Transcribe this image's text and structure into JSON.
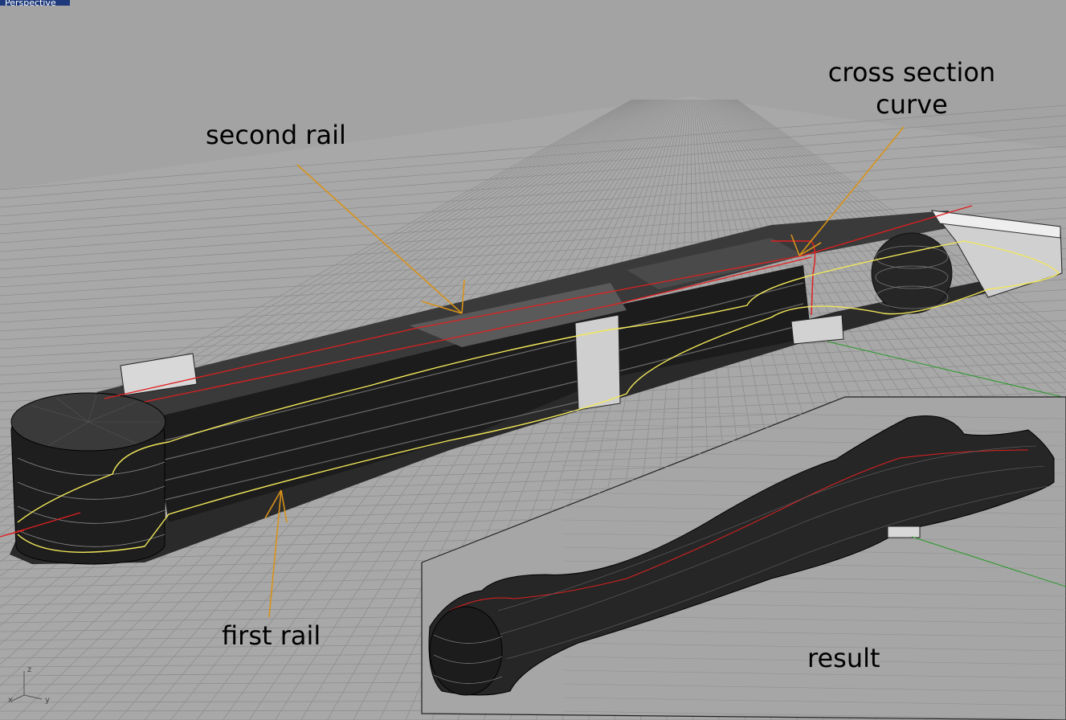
{
  "viewport": {
    "title": "Perspective"
  },
  "annotations": {
    "second_rail": "second rail",
    "cross_section_line1": "cross section",
    "cross_section_line2": "curve",
    "first_rail": "first rail",
    "result": "result"
  },
  "axis_widget": {
    "z": "z",
    "x": "x",
    "y": "y"
  },
  "colors": {
    "background": "#a3a3a3",
    "grid": "#8f8f8f",
    "model_dark": "#1a1a1a",
    "rail_yellow": "#f2e85a",
    "rail_red": "#e02020",
    "leader_orange": "#d9921a",
    "axis_green": "#2a9a2a",
    "viewport_title_bg": "#1e3a7c"
  }
}
